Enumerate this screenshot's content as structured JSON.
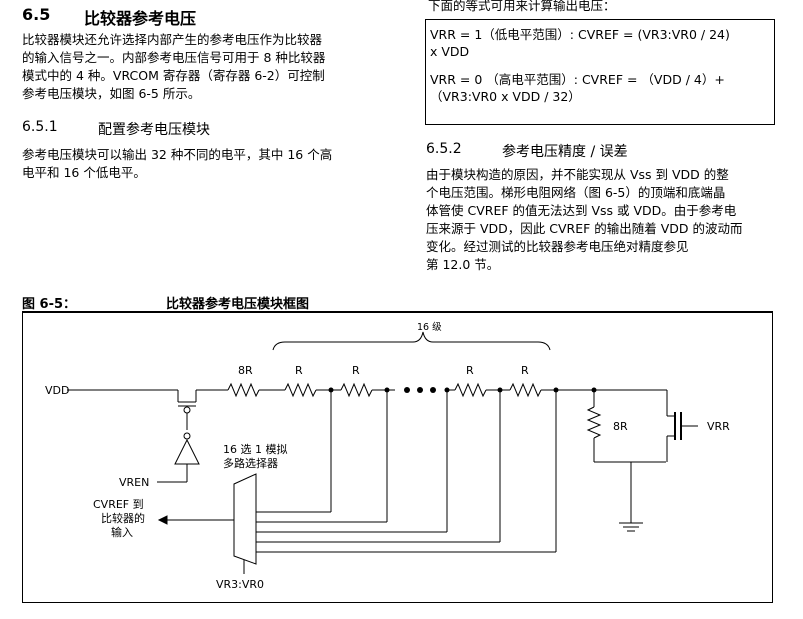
{
  "section": {
    "number": "6.5",
    "title": "比较器参考电压"
  },
  "intro": {
    "lines": [
      "比较器模块还允许选择内部产生的参考电压作为比较器",
      "的输入信号之一。内部参考电压信号可用于 8 种比较器",
      "模式中的 4 种。VRCOM 寄存器（寄存器 6-2）可控制",
      "参考电压模块，如图 6-5 所示。"
    ]
  },
  "sub1": {
    "number": "6.5.1",
    "title": "配置参考电压模块",
    "lines": [
      "参考电压模块可以输出 32 种不同的电平，其中 16 个高",
      "电平和 16 个低电平。"
    ]
  },
  "equations": {
    "intro": "下面的等式可用来计算输出电压：",
    "eq1_line1": "VRR = 1（低电平范围）: CVREF = (VR3:VR0 / 24)",
    "eq1_line2": "x VDD",
    "eq2_line1": "VRR = 0 （高电平范围）: CVREF = （VDD / 4）+",
    "eq2_line2": "（VR3:VR0 x VDD / 32）"
  },
  "sub2": {
    "number": "6.5.2",
    "title": "参考电压精度 / 误差",
    "lines": [
      "由于模块构造的原因，并不能实现从 Vss 到 VDD 的整",
      "个电压范围。梯形电阻网络（图 6-5）的顶端和底端晶",
      "体管使 CVREF 的值无法达到 Vss 或 VDD。由于参考电",
      "压来源于 VDD，因此 CVREF 的输出随着 VDD 的波动而",
      "变化。经过测试的比较器参考电压绝对精度参见",
      "第 12.0 节。"
    ]
  },
  "figure": {
    "label": "图 6-5：",
    "title": "比较器参考电压模块框图",
    "stages_label": "16 级",
    "vdd": "VDD",
    "r_first": "8R",
    "r": "R",
    "r_bottom": "8R",
    "vrr": "VRR",
    "mux_l1": "16 选 1 模拟",
    "mux_l2": "多路选择器",
    "vren": "VREN",
    "out_l1": "CVREF 到",
    "out_l2": "比较器的",
    "out_l3": "输入",
    "sel": "VR3:VR0"
  }
}
